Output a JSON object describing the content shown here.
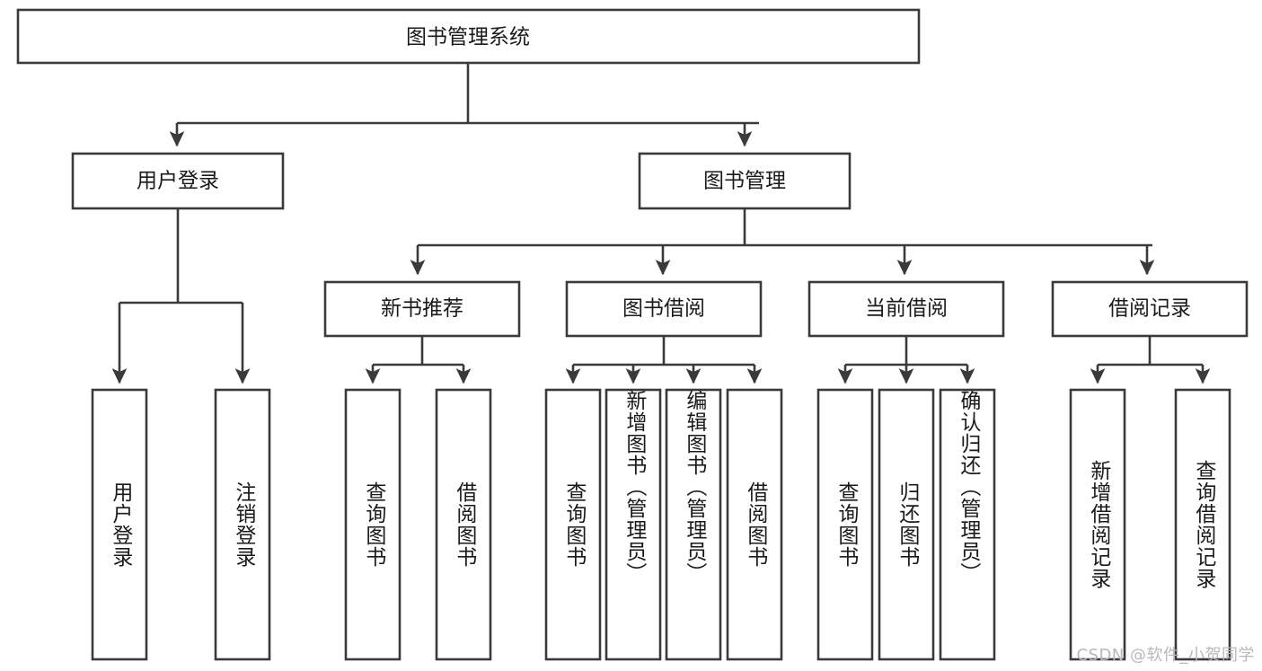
{
  "diagram": {
    "type": "tree",
    "title": "图书管理系统",
    "root": {
      "id": "root",
      "label": "图书管理系统",
      "orientation": "horizontal"
    },
    "level2": [
      {
        "id": "user-login",
        "label": "用户登录",
        "orientation": "horizontal"
      },
      {
        "id": "book-manage",
        "label": "图书管理",
        "orientation": "horizontal"
      }
    ],
    "level3": [
      {
        "id": "new-book-recommend",
        "label": "新书推荐",
        "parent": "book-manage",
        "orientation": "horizontal"
      },
      {
        "id": "book-borrow",
        "label": "图书借阅",
        "parent": "book-manage",
        "orientation": "horizontal"
      },
      {
        "id": "current-borrow",
        "label": "当前借阅",
        "parent": "book-manage",
        "orientation": "horizontal"
      },
      {
        "id": "borrow-record",
        "label": "借阅记录",
        "parent": "book-manage",
        "orientation": "horizontal"
      }
    ],
    "leaves": [
      {
        "id": "leaf-user-login",
        "label": "用户登录",
        "parent": "user-login",
        "orientation": "vertical"
      },
      {
        "id": "leaf-user-logout",
        "label": "注销登录",
        "parent": "user-login",
        "orientation": "vertical"
      },
      {
        "id": "leaf-query-book-1",
        "label": "查询图书",
        "parent": "new-book-recommend",
        "orientation": "vertical"
      },
      {
        "id": "leaf-borrow-book-1",
        "label": "借阅图书",
        "parent": "new-book-recommend",
        "orientation": "vertical"
      },
      {
        "id": "leaf-query-book-2",
        "label": "查询图书",
        "parent": "book-borrow",
        "orientation": "vertical"
      },
      {
        "id": "leaf-add-book",
        "label": "新增图书（管理员）",
        "parent": "book-borrow",
        "orientation": "vertical"
      },
      {
        "id": "leaf-edit-book",
        "label": "编辑图书（管理员）",
        "parent": "book-borrow",
        "orientation": "vertical"
      },
      {
        "id": "leaf-borrow-book-2",
        "label": "借阅图书",
        "parent": "book-borrow",
        "orientation": "vertical"
      },
      {
        "id": "leaf-query-book-3",
        "label": "查询图书",
        "parent": "current-borrow",
        "orientation": "vertical"
      },
      {
        "id": "leaf-return-book",
        "label": "归还图书",
        "parent": "current-borrow",
        "orientation": "vertical"
      },
      {
        "id": "leaf-confirm-return",
        "label": "确认归还（管理员）",
        "parent": "current-borrow",
        "orientation": "vertical"
      },
      {
        "id": "leaf-add-record",
        "label": "新增借阅记录",
        "parent": "borrow-record",
        "orientation": "vertical"
      },
      {
        "id": "leaf-query-record",
        "label": "查询借阅记录",
        "parent": "borrow-record",
        "orientation": "vertical"
      }
    ],
    "colors": {
      "box_stroke": "#3a3a3a",
      "box_fill": "#ffffff",
      "connector": "#3a3a3a",
      "text": "#1a1a1a",
      "background": "#ffffff",
      "watermark": "#b8b8b8"
    }
  },
  "watermark": {
    "text": "CSDN @软件_小贺同学"
  }
}
